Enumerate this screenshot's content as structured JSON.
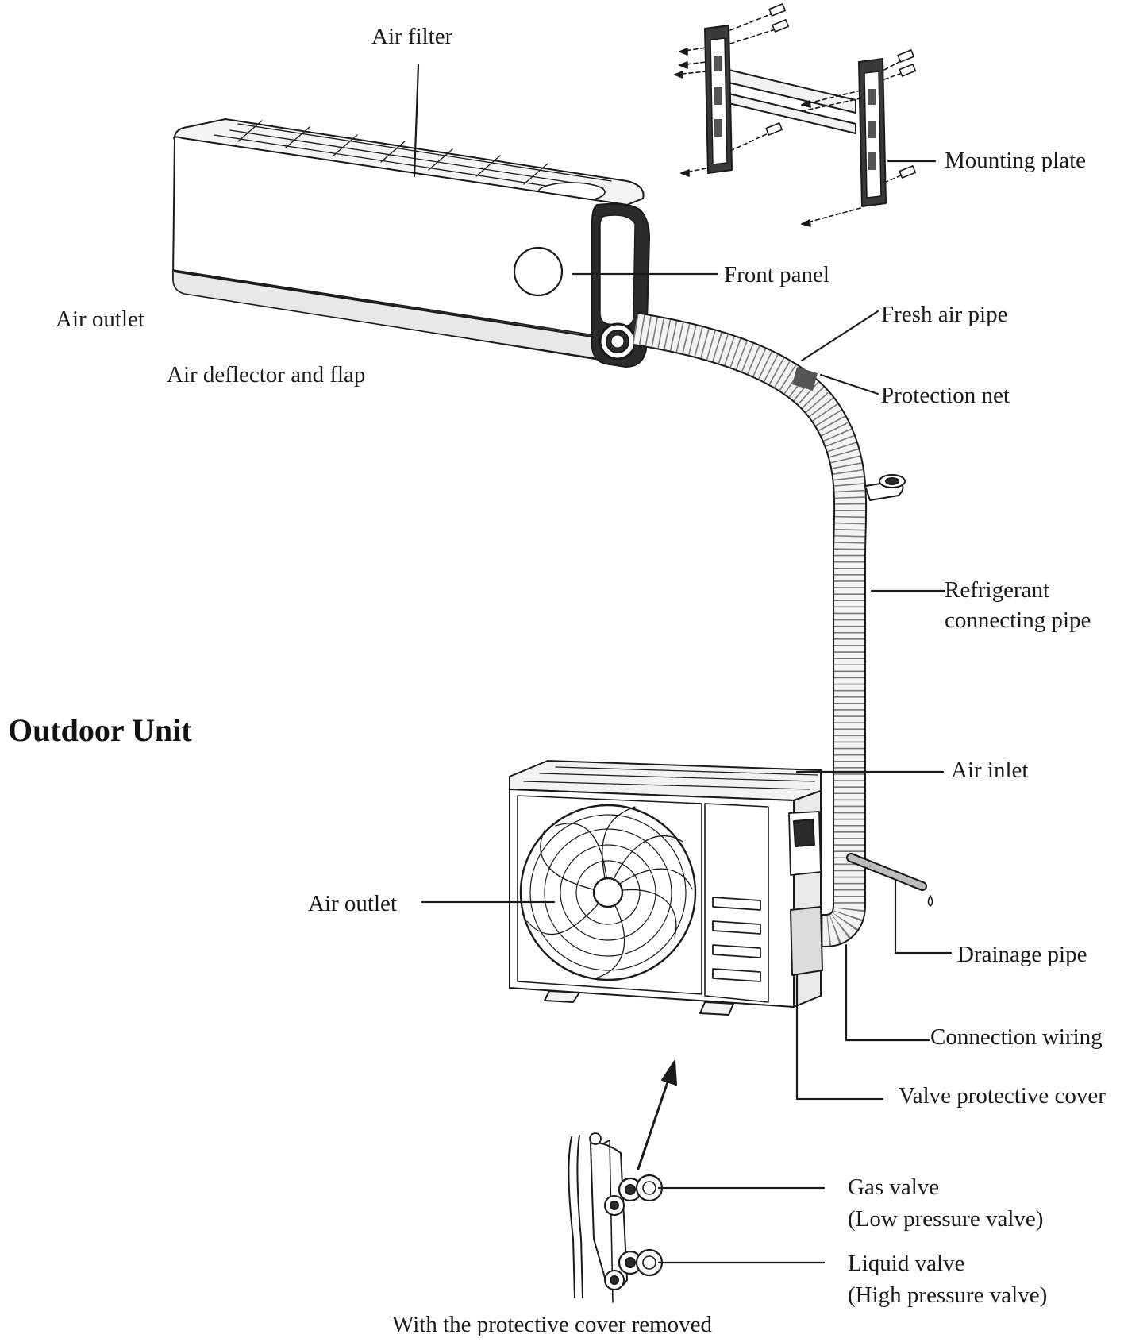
{
  "labels": {
    "air_filter": "Air filter",
    "mounting_plate": "Mounting plate",
    "front_panel": "Front panel",
    "indoor_air_outlet": "Air outlet",
    "fresh_air_pipe": "Fresh air pipe",
    "protection_net": "Protection net",
    "air_deflector_flap": "Air deflector and flap",
    "refrigerant_pipe_line1": "Refrigerant",
    "refrigerant_pipe_line2": "connecting pipe",
    "outdoor_unit_heading": "Outdoor Unit",
    "air_inlet": "Air inlet",
    "outdoor_air_outlet": "Air outlet",
    "drainage_pipe": "Drainage pipe",
    "connection_wiring": "Connection wiring",
    "valve_protective_cover": "Valve protective cover",
    "gas_valve_line1": "Gas valve",
    "gas_valve_line2": "(Low pressure valve)",
    "liquid_valve_line1": "Liquid valve",
    "liquid_valve_line2": "(High pressure valve)",
    "cover_removed_caption": "With the protective cover removed"
  },
  "colors": {
    "line": "#1a1a1a",
    "unit_fill": "#ffffff",
    "shade": "#e6e6e6",
    "dark": "#2b2b2b"
  }
}
